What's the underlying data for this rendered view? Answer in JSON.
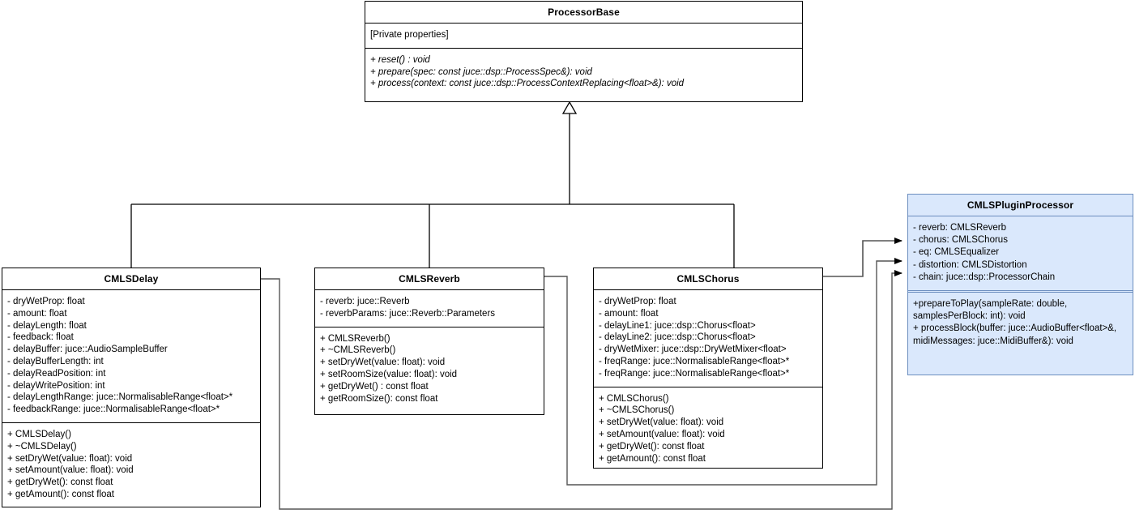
{
  "diagram": {
    "title": "UML class diagram",
    "colors": {
      "default_border": "#000000",
      "default_fill": "#ffffff",
      "accent_border": "#6c8ebf",
      "accent_fill": "#dae8fc",
      "text": "#000000",
      "connector": "#000000"
    }
  },
  "classes": {
    "processor_base": {
      "name": "ProcessorBase",
      "properties": [
        "[Private properties]"
      ],
      "operations": [
        "+ reset() : void",
        "+ prepare(spec: const juce::dsp::ProcessSpec&): void",
        "+ process(context: const juce::dsp::ProcessContextReplacing<float>&): void"
      ]
    },
    "cmls_delay": {
      "name": "CMLSDelay",
      "properties": [
        "- dryWetProp: float",
        "- amount: float",
        "- delayLength: float",
        "- feedback: float",
        "- delayBuffer: juce::AudioSampleBuffer",
        "- delayBufferLength: int",
        "- delayReadPosition: int",
        "- delayWritePosition: int",
        "- delayLengthRange: juce::NormalisableRange<float>*",
        "- feedbackRange: juce::NormalisableRange<float>*"
      ],
      "operations": [
        "+ CMLSDelay()",
        "+ ~CMLSDelay()",
        "+ setDryWet(value: float): void",
        "+ setAmount(value: float): void",
        "+ getDryWet(): const float",
        "+ getAmount(): const float"
      ]
    },
    "cmls_reverb": {
      "name": "CMLSReverb",
      "properties": [
        "- reverb: juce::Reverb",
        "- reverbParams: juce::Reverb::Parameters"
      ],
      "operations": [
        "+ CMLSReverb()",
        "+ ~CMLSReverb()",
        "+ setDryWet(value: float): void",
        "+ setRoomSize(value: float): void",
        "+ getDryWet() : const float",
        "+ getRoomSize(): const float"
      ]
    },
    "cmls_chorus": {
      "name": "CMLSChorus",
      "properties": [
        "- dryWetProp: float",
        "- amount: float",
        "- delayLine1: juce::dsp::Chorus<float>",
        "- delayLine2: juce::dsp::Chorus<float>",
        "- dryWetMixer: juce::dsp::DryWetMixer<float>",
        "- freqRange: juce::NormalisableRange<float>*",
        "- freqRange: juce::NormalisableRange<float>*"
      ],
      "operations": [
        "+ CMLSChorus()",
        "+ ~CMLSChorus()",
        "+ setDryWet(value: float): void",
        "+ setAmount(value: float): void",
        "+ getDryWet(): const float",
        "+ getAmount(): const float"
      ]
    },
    "cmls_plugin_processor": {
      "name": "CMLSPluginProcessor",
      "properties": [
        "- reverb: CMLSReverb",
        "- chorus: CMLSChorus",
        "- eq: CMLSEqualizer",
        "- distortion: CMLSDistortion",
        "- chain: juce::dsp::ProcessorChain"
      ],
      "operations": [
        "+prepareToPlay(sampleRate: double, samplesPerBlock: int): void",
        "+ processBlock(buffer: juce::AudioBuffer<float>&, midiMessages: juce::MidiBuffer&): void"
      ]
    }
  },
  "connectors": [
    {
      "id": "gen-delay",
      "kind": "generalization",
      "from": "CMLSDelay",
      "to": "ProcessorBase"
    },
    {
      "id": "gen-reverb",
      "kind": "generalization",
      "from": "CMLSReverb",
      "to": "ProcessorBase"
    },
    {
      "id": "gen-chorus",
      "kind": "generalization",
      "from": "CMLSChorus",
      "to": "ProcessorBase"
    },
    {
      "id": "assoc-chorus",
      "kind": "directed-association",
      "from": "CMLSChorus",
      "to": "CMLSPluginProcessor"
    },
    {
      "id": "assoc-reverb",
      "kind": "directed-association",
      "from": "CMLSReverb",
      "to": "CMLSPluginProcessor"
    },
    {
      "id": "assoc-delay",
      "kind": "directed-association",
      "from": "CMLSDelay",
      "to": "CMLSPluginProcessor"
    }
  ]
}
